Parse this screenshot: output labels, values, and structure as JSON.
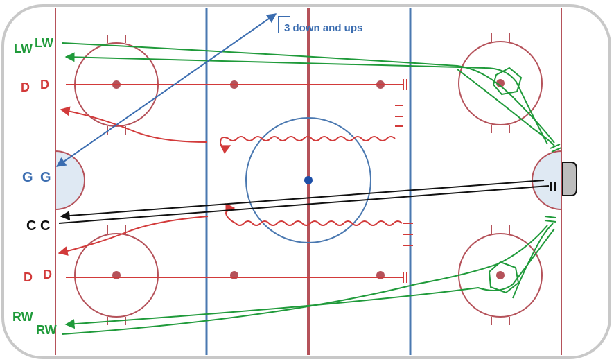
{
  "annotation": {
    "text": "3 down and ups"
  },
  "labels": {
    "lw_outer": "LW",
    "lw_inner": "LW",
    "d_top_outer": "D",
    "d_top_inner": "D",
    "g_outer": "G",
    "g_inner": "G",
    "c_outer": "C",
    "c_inner": "C",
    "d_bot_outer": "D",
    "d_bot_inner": "D",
    "rw_outer": "RW",
    "rw_inner": "RW"
  },
  "colors": {
    "rink_red": "#b5525a",
    "rink_blue": "#4a78b0",
    "forward_green": "#1f9a3a",
    "defense_red": "#d23a3a",
    "goalie_blue": "#3b6db0",
    "center_black": "#111111",
    "crease_fill": "#dfe9f3"
  },
  "icons": [
    "pylon-icon",
    "skate-arrow-icon",
    "puck-icon"
  ]
}
